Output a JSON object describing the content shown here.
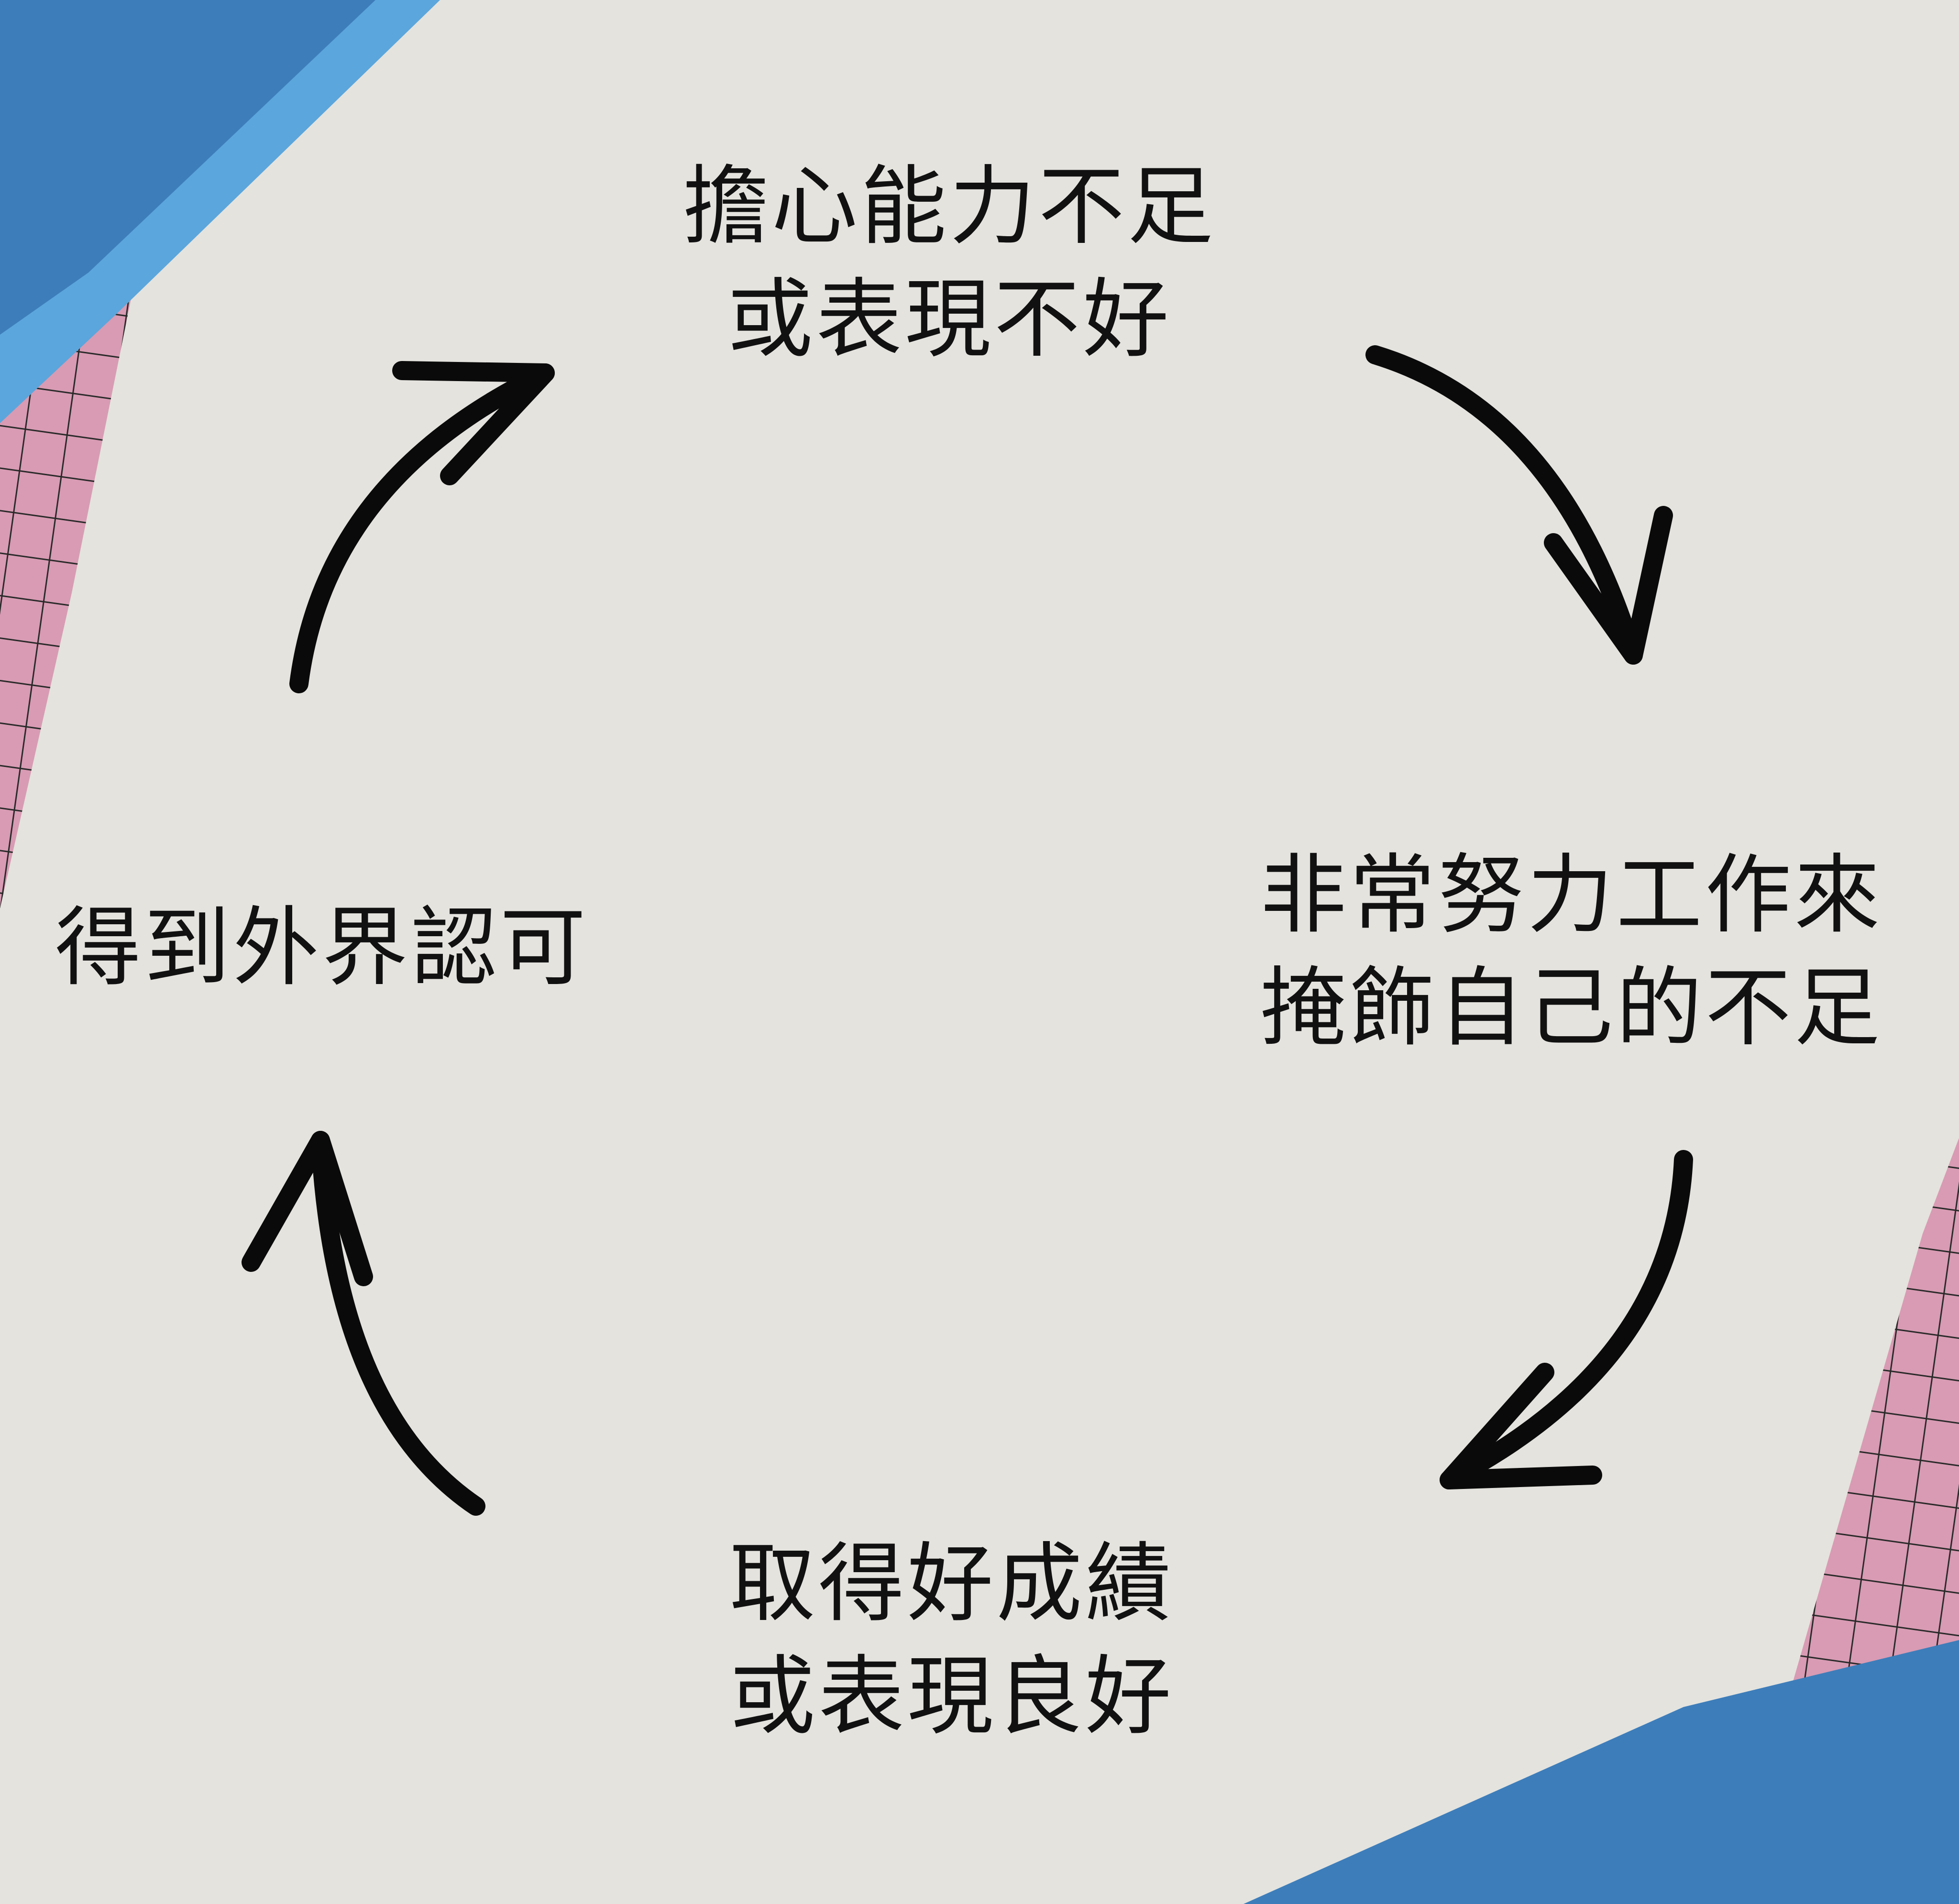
{
  "diagram": {
    "type": "cycle",
    "nodes": [
      {
        "id": "top",
        "lines": [
          "擔心能力不足",
          "或表現不好"
        ]
      },
      {
        "id": "right",
        "lines": [
          "非常努力工作來",
          "掩飾自己的不足"
        ]
      },
      {
        "id": "bottom",
        "lines": [
          "取得好成績",
          "或表現良好"
        ]
      },
      {
        "id": "left",
        "lines": [
          "得到外界認可"
        ]
      }
    ],
    "edges": [
      {
        "from": "top",
        "to": "right",
        "icon": "curved-arrow-icon"
      },
      {
        "from": "right",
        "to": "bottom",
        "icon": "curved-arrow-icon"
      },
      {
        "from": "bottom",
        "to": "left",
        "icon": "curved-arrow-icon"
      },
      {
        "from": "left",
        "to": "top",
        "icon": "curved-arrow-icon"
      }
    ]
  },
  "colors": {
    "background": "#e4e3de",
    "blue_panel": "#3d7dba",
    "blue_panel_light": "#5ba6dc",
    "pink_grid": "#d89bb3",
    "grid_line": "#2a2a2a",
    "text": "#111111",
    "arrow": "#0a0a0a"
  }
}
